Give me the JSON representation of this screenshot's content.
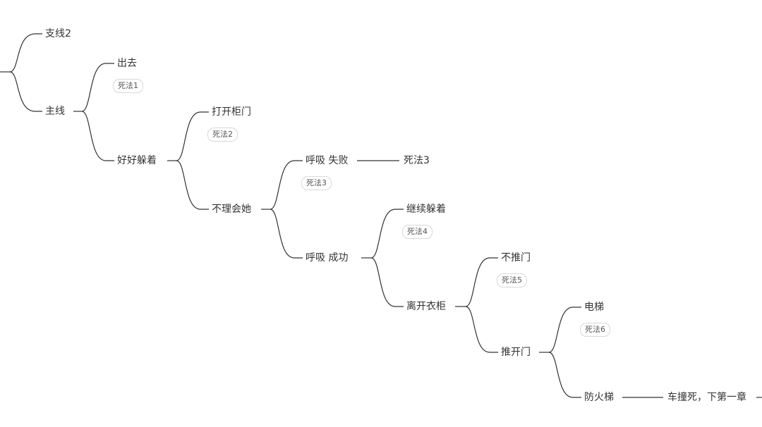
{
  "nodes": {
    "branch2": "支线2",
    "main_line": "主线",
    "go_out": "出去",
    "hide_well": "好好躲着",
    "open_cabinet": "打开柜门",
    "ignore_her": "不理会她",
    "breath_fail": "呼吸 失败",
    "death3_outcome": "死法3",
    "breath_success": "呼吸  成功",
    "keep_hiding": "继续躲着",
    "leave_wardrobe": "离开衣柜",
    "dont_push_door": "不推门",
    "push_door": "推开门",
    "elevator": "电梯",
    "fire_stairs": "防火梯",
    "car_crash": "车撞死，下第一章"
  },
  "tags": {
    "death1": "死法1",
    "death2": "死法2",
    "death3": "死法3",
    "death4": "死法4",
    "death5": "死法5",
    "death6": "死法6"
  },
  "colors": {
    "line": "#333333",
    "text": "#333333",
    "tag_border": "#d8d8d8"
  }
}
